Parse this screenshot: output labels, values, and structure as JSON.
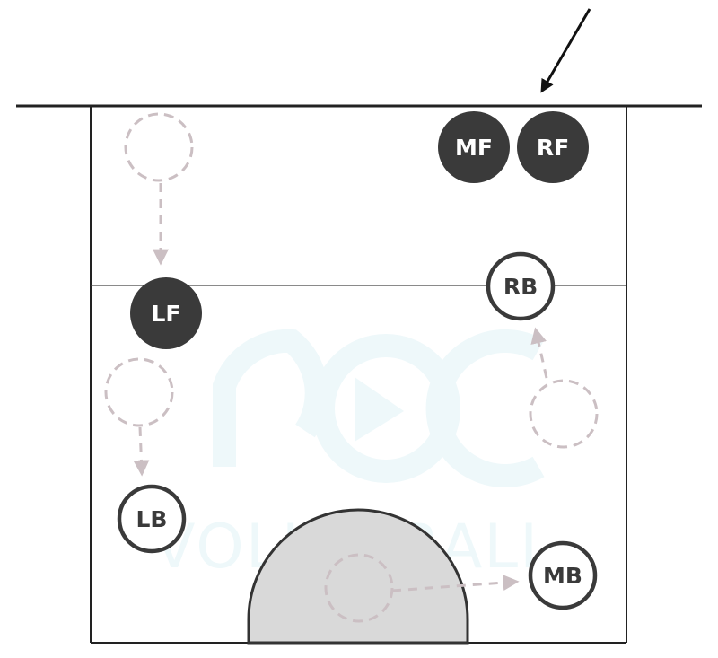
{
  "diagram": {
    "players": [
      {
        "id": "mf",
        "label": "MF",
        "style": "filled"
      },
      {
        "id": "rf",
        "label": "RF",
        "style": "filled"
      },
      {
        "id": "lf",
        "label": "LF",
        "style": "filled"
      },
      {
        "id": "rb",
        "label": "RB",
        "style": "outline"
      },
      {
        "id": "lb",
        "label": "LB",
        "style": "outline"
      },
      {
        "id": "mb",
        "label": "MB",
        "style": "outline"
      }
    ],
    "watermark": {
      "text": "VOLLEYBALL"
    },
    "colors": {
      "filled_player": "#3a3a3a",
      "court_line": "#222222",
      "ghost_path": "#cbbfc3",
      "arc_fill": "#d9d9d9",
      "watermark": "#eef8fa"
    }
  }
}
